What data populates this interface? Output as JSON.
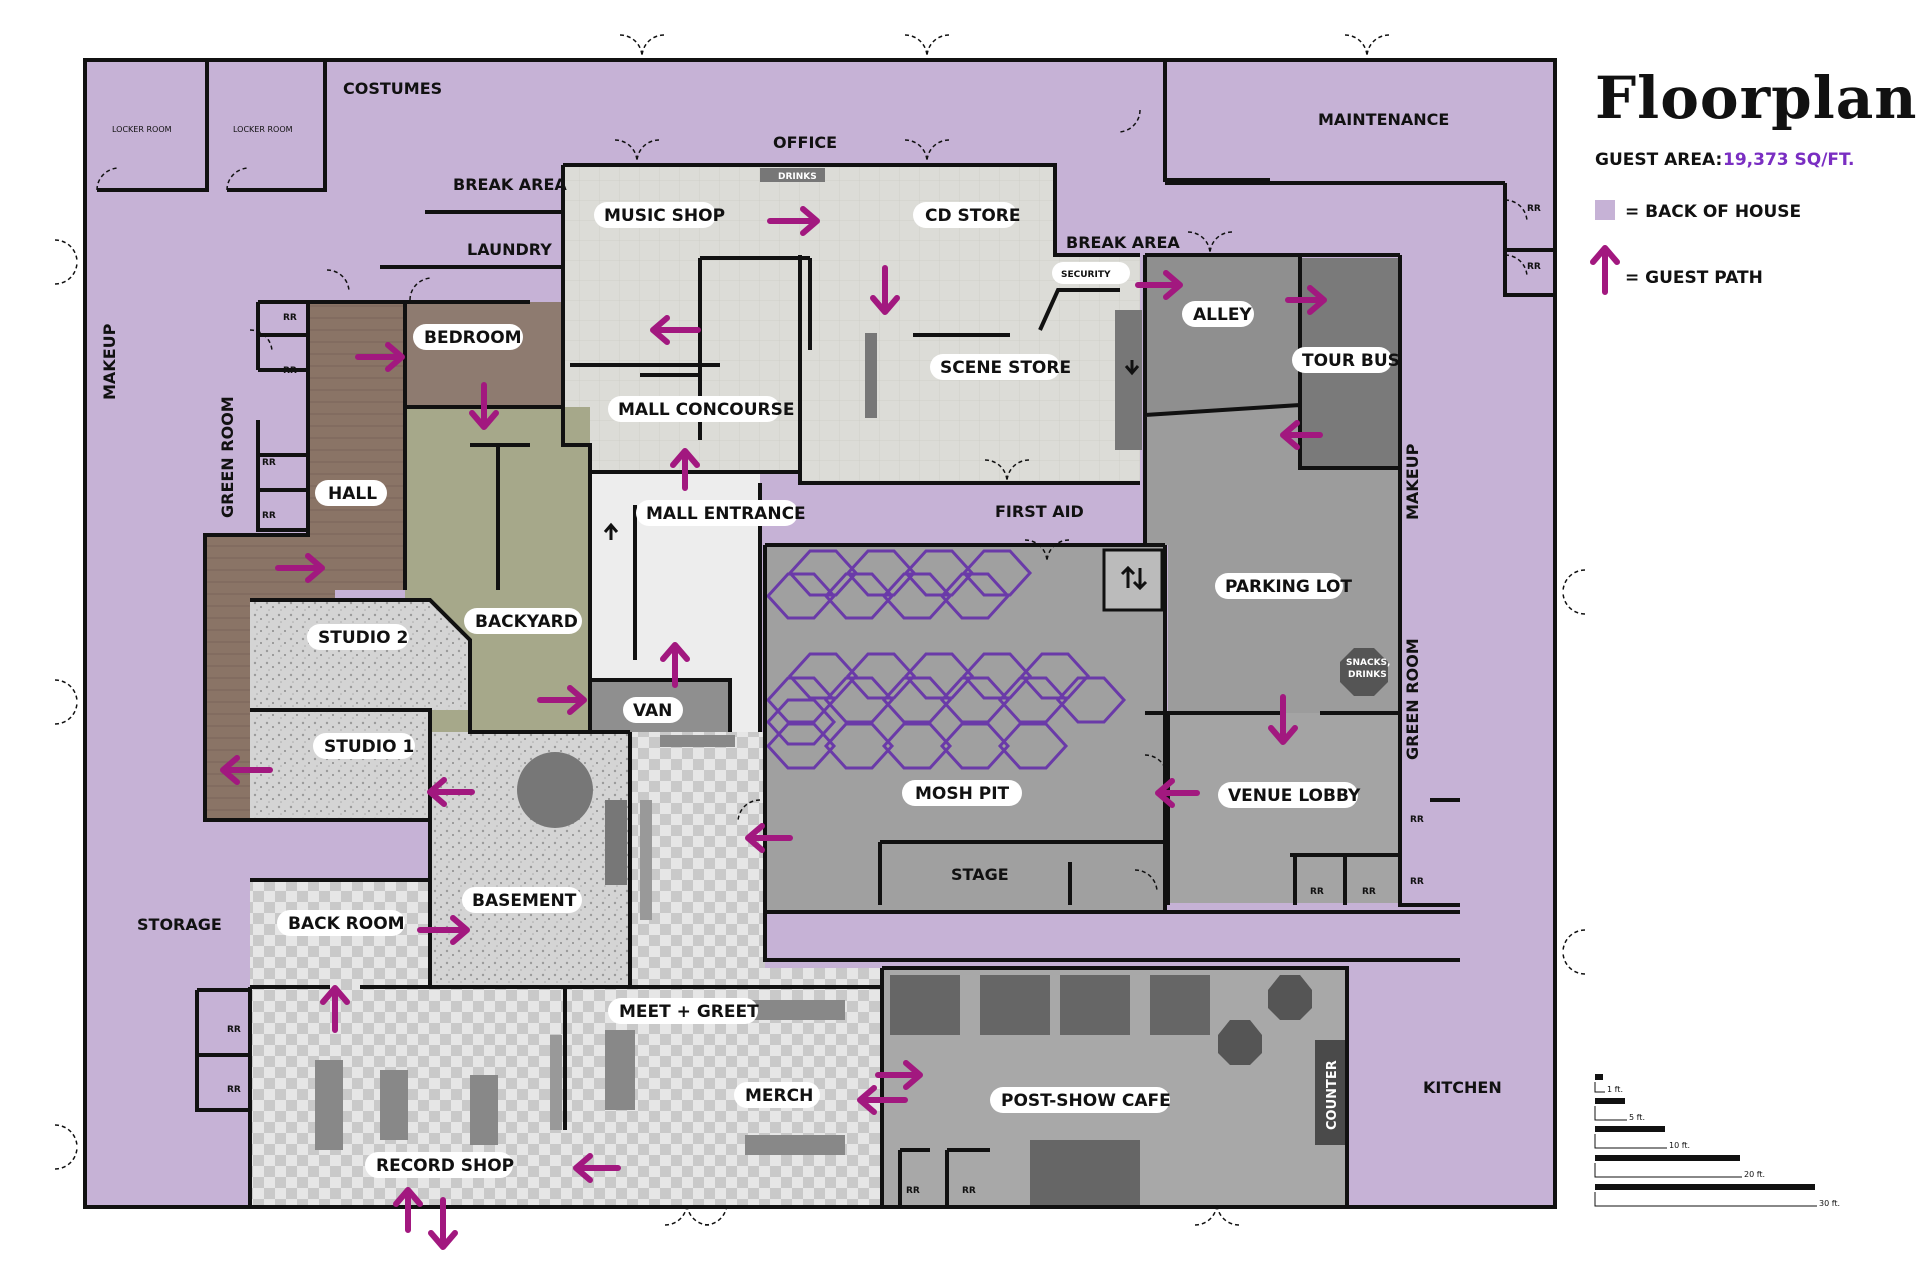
{
  "legend": {
    "title": "Floorplan",
    "guest_area_label": "GUEST AREA:",
    "guest_area_value": "19,373 SQ/FT.",
    "back_of_house_label": "= BACK OF HOUSE",
    "guest_path_label": "= GUEST PATH",
    "scale_labels": [
      "1 ft.",
      "5 ft.",
      "10 ft.",
      "20 ft.",
      "30 ft."
    ]
  },
  "colors": {
    "back_of_house": "#c6b2d6",
    "guest_path": "#a2187f",
    "hexagon": "#6a3aa8",
    "accent_text": "#7a2ec2"
  },
  "rooms": {
    "costumes": "COSTUMES",
    "locker_room_1": "LOCKER ROOM",
    "locker_room_2": "LOCKER ROOM",
    "office": "OFFICE",
    "maintenance": "MAINTENANCE",
    "break_area_left": "BREAK AREA",
    "break_area_right": "BREAK AREA",
    "laundry": "LAUNDRY",
    "drinks": "DRINKS",
    "music_shop": "MUSIC SHOP",
    "cd_store": "CD STORE",
    "security": "SECURITY",
    "alley": "ALLEY",
    "tour_bus": "TOUR BUS",
    "bedroom": "BEDROOM",
    "scene_store": "SCENE STORE",
    "mall_concourse": "MALL CONCOURSE",
    "makeup_left": "MAKEUP",
    "makeup_right": "MAKEUP",
    "green_room_left": "GREEN ROOM",
    "green_room_right": "GREEN ROOM",
    "hall": "HALL",
    "mall_entrance": "MALL ENTRANCE",
    "first_aid": "FIRST AID",
    "parking_lot": "PARKING LOT",
    "backyard": "BACKYARD",
    "studio_2": "STUDIO 2",
    "studio_1": "STUDIO 1",
    "van": "VAN",
    "snacks_drinks_1": "SNACKS,",
    "snacks_drinks_2": "DRINKS",
    "mosh_pit": "MOSH PIT",
    "venue_lobby": "VENUE LOBBY",
    "stage": "STAGE",
    "basement": "BASEMENT",
    "storage": "STORAGE",
    "back_room": "BACK ROOM",
    "meet_greet": "MEET + GREET",
    "merch": "MERCH",
    "post_show_cafe": "POST-SHOW CAFE",
    "counter": "COUNTER",
    "kitchen": "KITCHEN",
    "record_shop": "RECORD SHOP",
    "rr": "RR"
  }
}
